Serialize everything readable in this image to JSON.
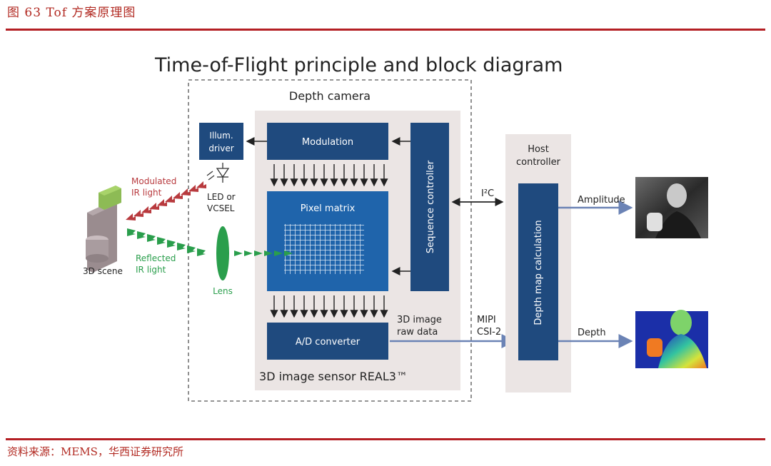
{
  "header": {
    "caption": "图 63   Tof 方案原理图"
  },
  "footer": {
    "source": "资料来源：MEMS，华西证券研究所"
  },
  "diagram": {
    "title": "Time-of-Flight principle and block diagram",
    "depth_camera": "Depth camera",
    "illum_driver": [
      "Illum.",
      "driver"
    ],
    "modulation": "Modulation",
    "sequence_controller": "Sequence controller",
    "pixel_matrix": "Pixel matrix",
    "ad_converter": "A/D converter",
    "sensor_label": "3D image sensor REAL3™",
    "host_controller": [
      "Host",
      "controller"
    ],
    "depth_map_calc": "Depth map calculation",
    "modulated_ir": [
      "Modulated",
      "IR light"
    ],
    "reflected_ir": [
      "Reflected",
      "IR light"
    ],
    "led_vcsel": [
      "LED or",
      "VCSEL"
    ],
    "lens": "Lens",
    "scene": "3D scene",
    "i2c": "I²C",
    "raw_data": [
      "3D image",
      "raw data"
    ],
    "mipi": [
      "MIPI",
      "CSI-2"
    ],
    "amplitude": "Amplitude",
    "depth": "Depth",
    "colors": {
      "navy": "#1f4a7e",
      "blue": "#1f64ab",
      "red": "#b83a3e",
      "green": "#2a9e4c",
      "panel": "#ebe5e4"
    }
  }
}
